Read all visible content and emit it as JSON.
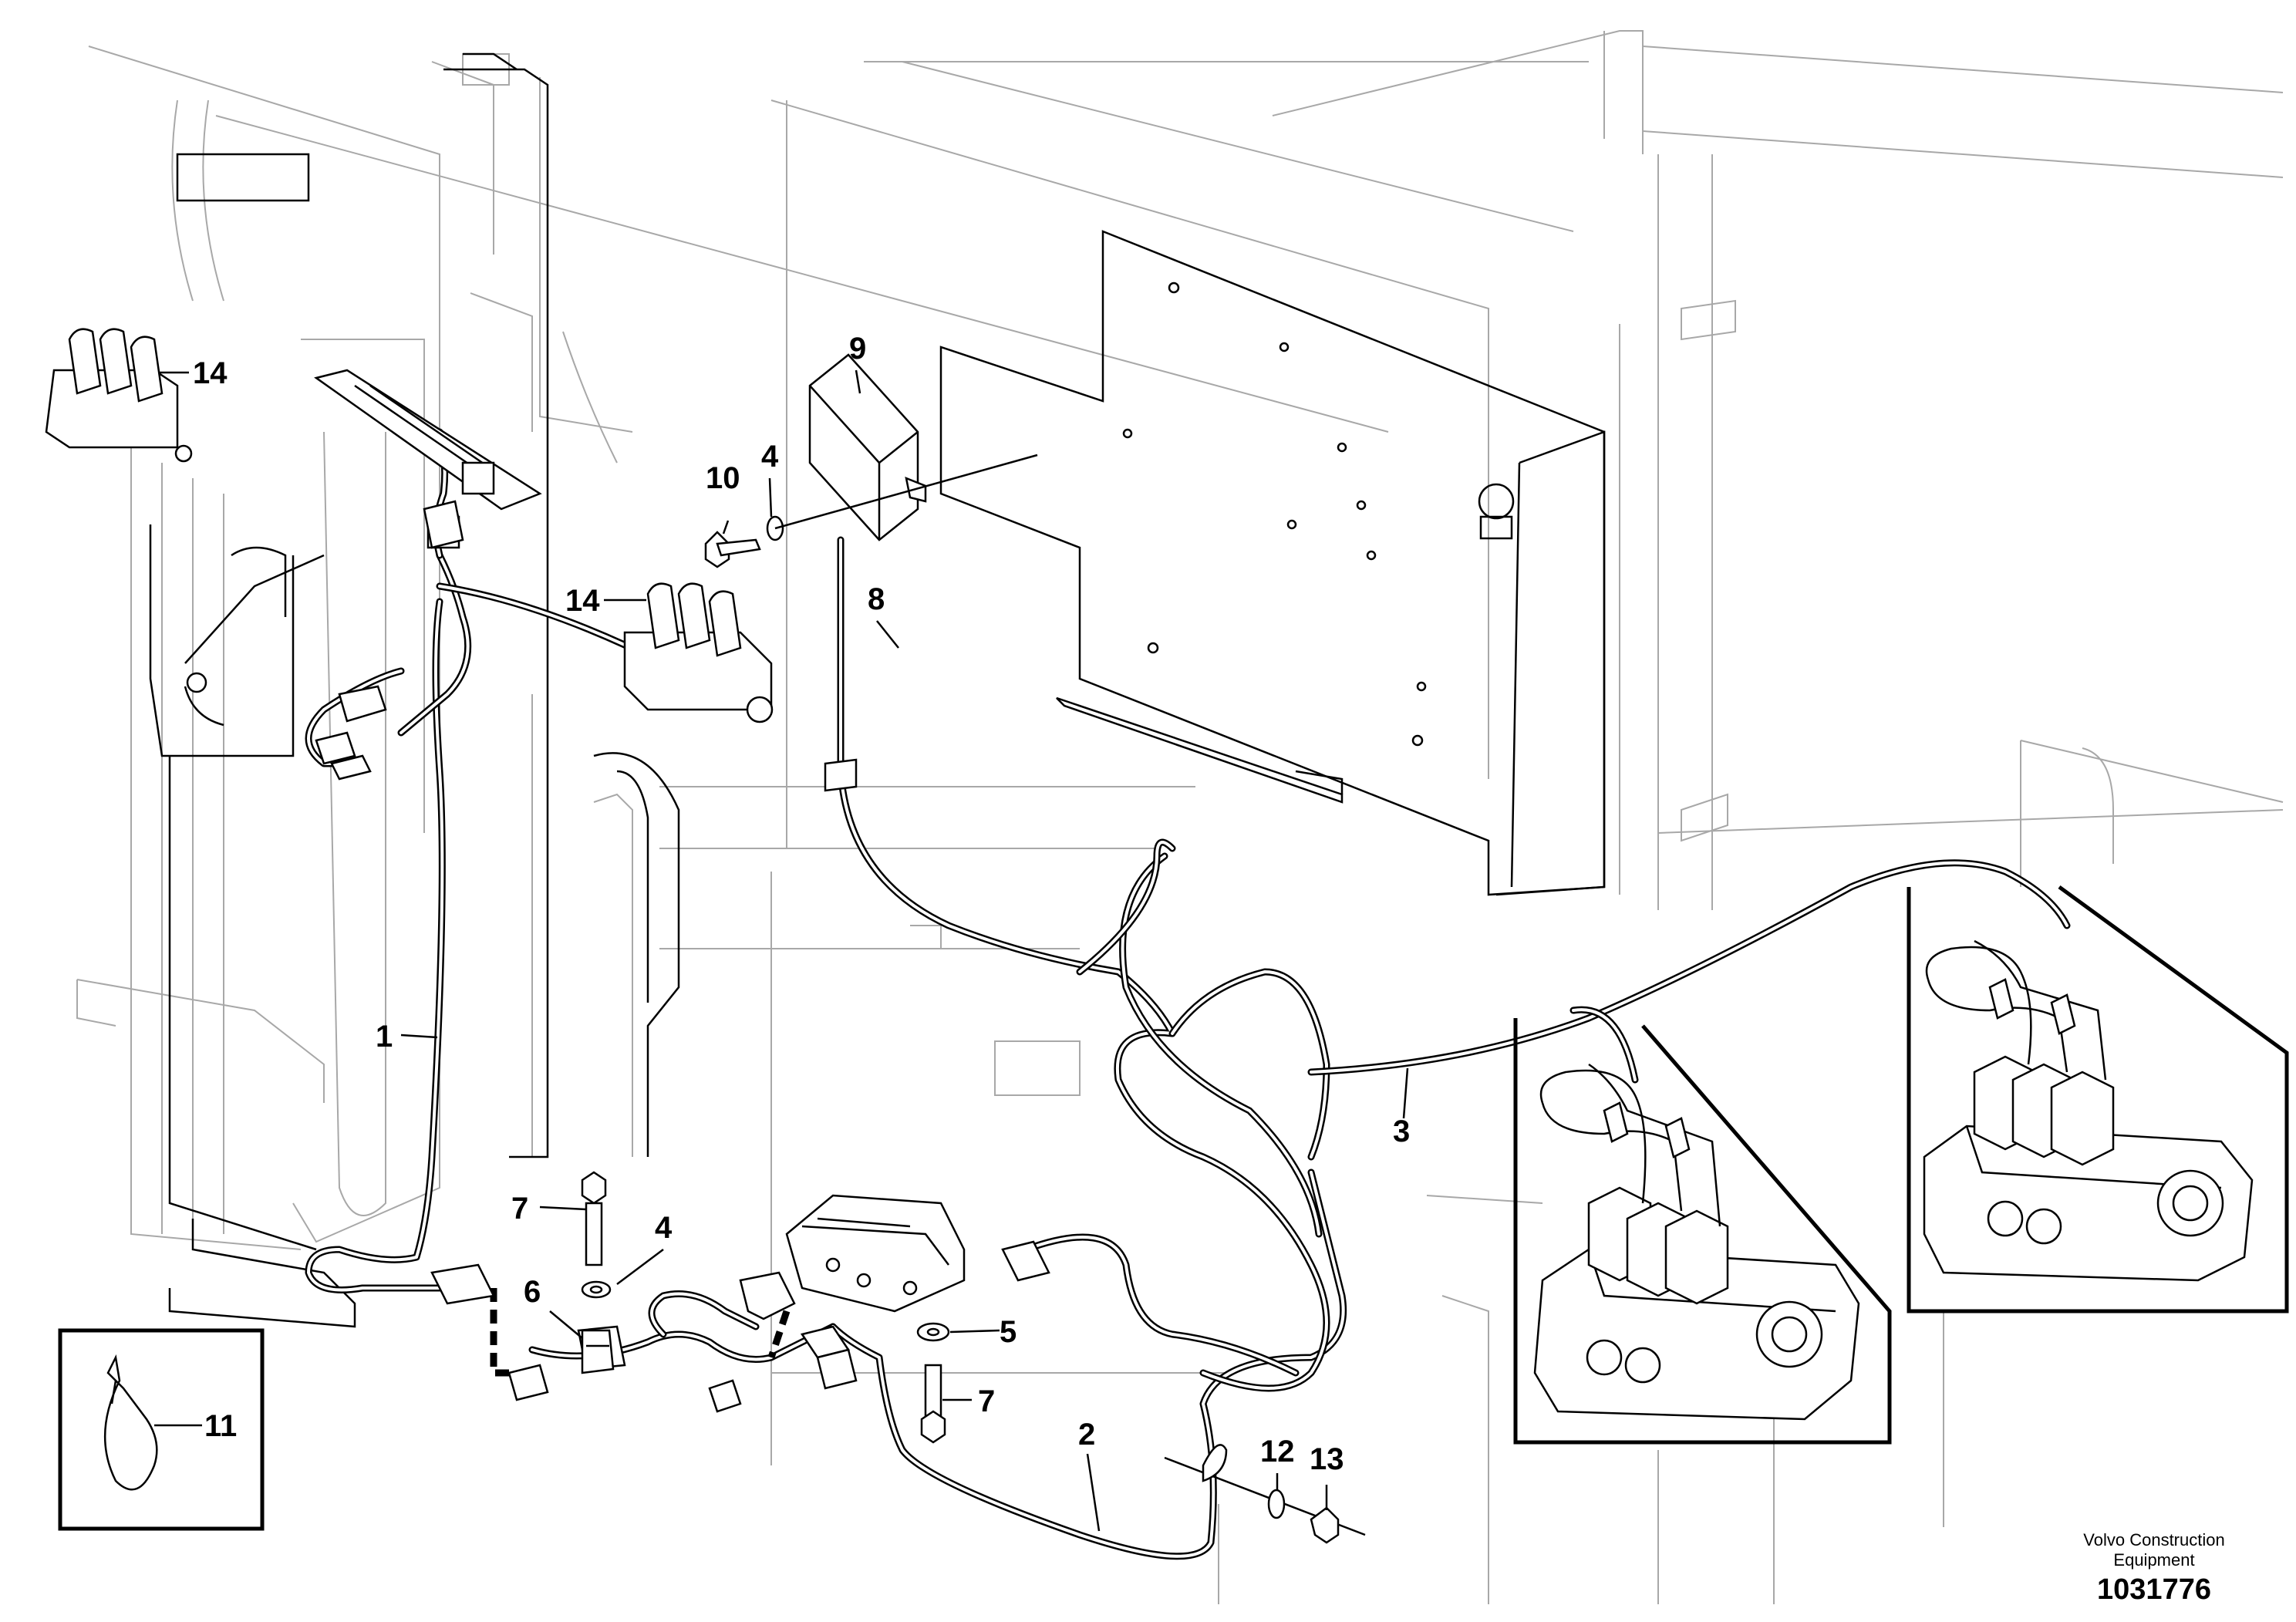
{
  "figure": {
    "credit_line1": "Volvo Construction",
    "credit_line2": "Equipment",
    "document_number": "1031776"
  },
  "callouts": [
    {
      "id": "c1",
      "label": "1"
    },
    {
      "id": "c2",
      "label": "2"
    },
    {
      "id": "c3",
      "label": "3"
    },
    {
      "id": "c4a",
      "label": "4"
    },
    {
      "id": "c4b",
      "label": "4"
    },
    {
      "id": "c5",
      "label": "5"
    },
    {
      "id": "c6",
      "label": "6"
    },
    {
      "id": "c7a",
      "label": "7"
    },
    {
      "id": "c7b",
      "label": "7"
    },
    {
      "id": "c8",
      "label": "8"
    },
    {
      "id": "c9",
      "label": "9"
    },
    {
      "id": "c10",
      "label": "10"
    },
    {
      "id": "c11",
      "label": "11"
    },
    {
      "id": "c12",
      "label": "12"
    },
    {
      "id": "c13",
      "label": "13"
    },
    {
      "id": "c14a",
      "label": "14"
    },
    {
      "id": "c14b",
      "label": "14"
    }
  ]
}
